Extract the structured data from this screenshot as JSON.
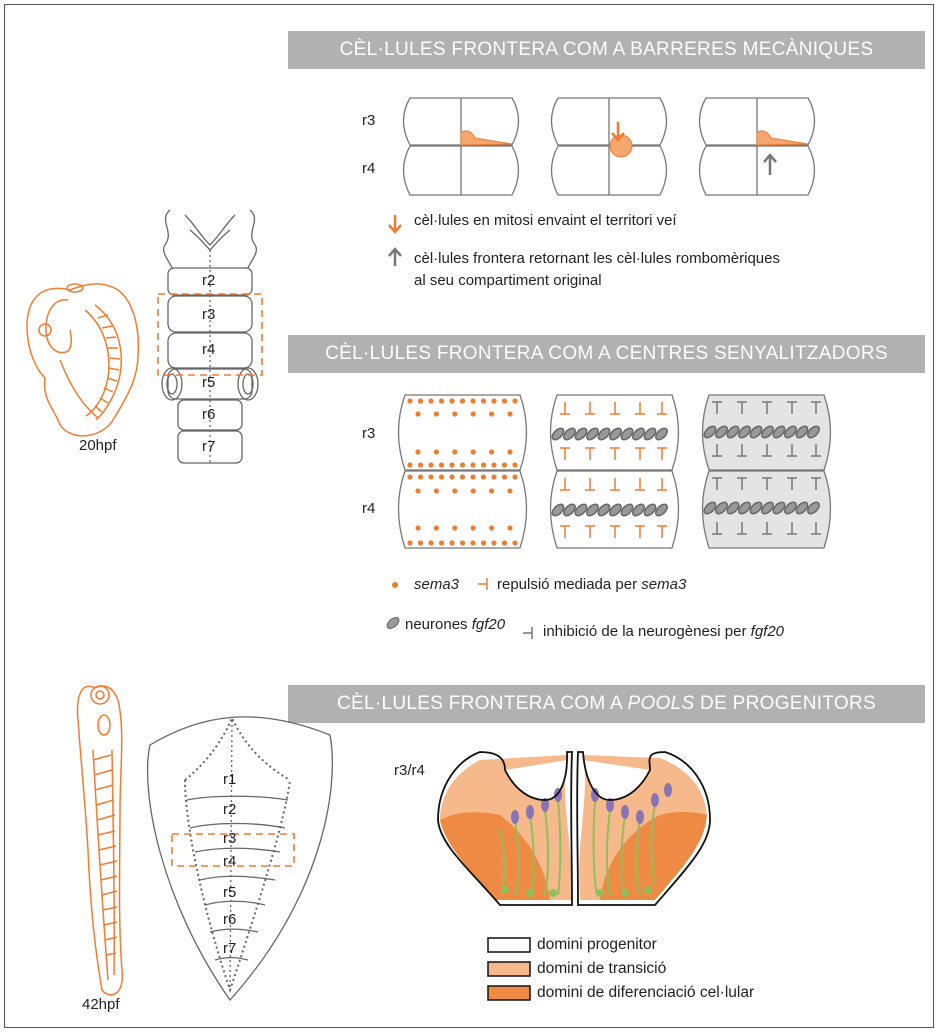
{
  "sections": {
    "barriers": {
      "title": "CÈL·LULES FRONTERA COM A BARRERES MECÀNIQUES"
    },
    "signaling": {
      "title": "CÈL·LULES FRONTERA COM A CENTRES SENYALITZADORS"
    },
    "pools": {
      "title_pre": "CÈL·LULES FRONTERA COM A ",
      "title_em": "POOLS",
      "title_post": " DE PROGENITORS"
    }
  },
  "embryo20": {
    "stage": "20hpf",
    "rhombomeres": [
      "r2",
      "r3",
      "r4",
      "r5",
      "r6",
      "r7"
    ]
  },
  "embryo42": {
    "stage": "42hpf",
    "rhombomeres": [
      "r1",
      "r2",
      "r3",
      "r4",
      "r5",
      "r6",
      "r7"
    ]
  },
  "barrier_panel": {
    "row_labels": [
      "r3",
      "r4"
    ],
    "legend": {
      "mitosis": "cèl·lules en mitosi envaint el territori veí",
      "boundary_line1": "cèl·lules frontera retornant les cèl·lules rombomèriques",
      "boundary_line2": "al seu compartiment original"
    }
  },
  "signal_panel": {
    "row_labels": [
      "r3",
      "r4"
    ],
    "legend": {
      "sema3": "sema3",
      "repulsion_pre": "repulsió mediada per ",
      "repulsion_em": "sema3",
      "neurons_pre": "neurones ",
      "neurons_em": "fgf20",
      "inhibition_pre": "inhibició de la neurogènesi per ",
      "inhibition_em": "fgf20"
    }
  },
  "pool_panel": {
    "label": "r3/r4",
    "legend": [
      {
        "text": "domini progenitor",
        "color": "#ffffff"
      },
      {
        "text": "domini de transició",
        "color": "#f6b98c"
      },
      {
        "text": "domini de diferenciació cel·lular",
        "color": "#ee8a44"
      }
    ]
  },
  "colors": {
    "accent": "#ee7d31",
    "gray": "#777777",
    "banner": "#b1b1b1",
    "green": "#8fbf5a",
    "purple": "#8874b3"
  }
}
